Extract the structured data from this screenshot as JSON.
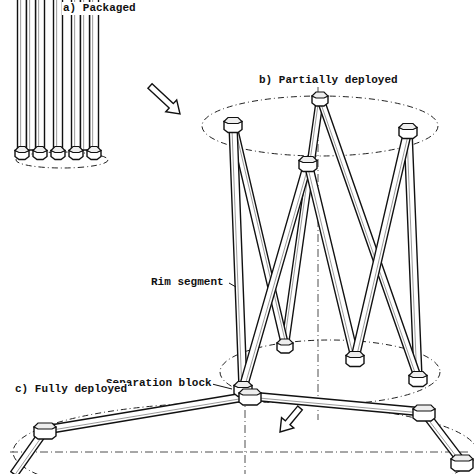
{
  "diagram": {
    "labels": [
      "a)  Packaged",
      "b)  Partially deployed",
      "Rim segment",
      "Separation block",
      "c)  Fully deployed"
    ]
  }
}
